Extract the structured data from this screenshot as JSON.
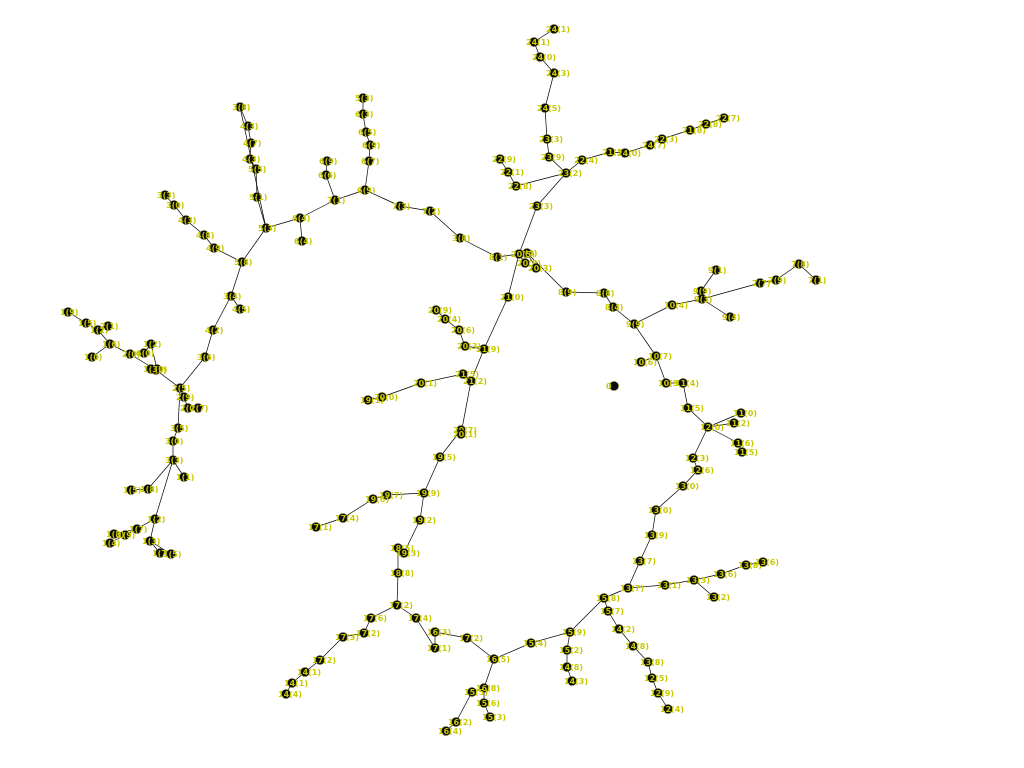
{
  "diagram": {
    "node_color": "#0b0b0b",
    "edge_color": "#000000",
    "label_color": "#c9c900",
    "nodes": [
      {
        "id": "n1",
        "label": "24(1)"
      },
      {
        "id": "n2",
        "label": "24(1)"
      },
      {
        "id": "n3",
        "label": "24(0)"
      },
      {
        "id": "n4",
        "label": "24(3)"
      },
      {
        "id": "n5",
        "label": "24(5)"
      },
      {
        "id": "n6",
        "label": "23(3)"
      },
      {
        "id": "n7",
        "label": "23(9)"
      },
      {
        "id": "n8",
        "label": "23(2)"
      },
      {
        "id": "n9",
        "label": "23(3)"
      },
      {
        "id": "n10",
        "label": "22(9)"
      },
      {
        "id": "n11",
        "label": "22(1)"
      },
      {
        "id": "n12",
        "label": "22(8)"
      },
      {
        "id": "n13",
        "label": "22(4)"
      },
      {
        "id": "n14",
        "label": "21(3)"
      },
      {
        "id": "n15",
        "label": "24(0)"
      },
      {
        "id": "n16",
        "label": "24(7)"
      },
      {
        "id": "n17",
        "label": "22(3)"
      },
      {
        "id": "n18",
        "label": "21(8)"
      },
      {
        "id": "n19",
        "label": "22(8)"
      },
      {
        "id": "n20",
        "label": "22(7)"
      },
      {
        "id": "n21",
        "label": "5(3)"
      },
      {
        "id": "n22",
        "label": "6(3)"
      },
      {
        "id": "n23",
        "label": "6(5)"
      },
      {
        "id": "n24",
        "label": "6(9)"
      },
      {
        "id": "n25",
        "label": "6(7)"
      },
      {
        "id": "n26",
        "label": "6(9)"
      },
      {
        "id": "n27",
        "label": "6(9)"
      },
      {
        "id": "n28",
        "label": "6(6)"
      },
      {
        "id": "n29",
        "label": "7(1)"
      },
      {
        "id": "n30",
        "label": "7(3)"
      },
      {
        "id": "n31",
        "label": "7(2)"
      },
      {
        "id": "n32",
        "label": "6(4)"
      },
      {
        "id": "n33",
        "label": "6(4)"
      },
      {
        "id": "n34",
        "label": "5(3)"
      },
      {
        "id": "n35",
        "label": "3(8)"
      },
      {
        "id": "n36",
        "label": "4(3)"
      },
      {
        "id": "n37",
        "label": "4(7)"
      },
      {
        "id": "n38",
        "label": "4(3)"
      },
      {
        "id": "n39",
        "label": "5(5)"
      },
      {
        "id": "n40",
        "label": "5(1)"
      },
      {
        "id": "n41",
        "label": "5(8)"
      },
      {
        "id": "n42",
        "label": "3(3)"
      },
      {
        "id": "n43",
        "label": "3(0)"
      },
      {
        "id": "n44",
        "label": "4(3)"
      },
      {
        "id": "n45",
        "label": "4(8)"
      },
      {
        "id": "n46",
        "label": "4(9)"
      },
      {
        "id": "n47",
        "label": "3(4)"
      },
      {
        "id": "n48",
        "label": "4(5)"
      },
      {
        "id": "n49",
        "label": "4(2)"
      },
      {
        "id": "n50",
        "label": "3(6)"
      },
      {
        "id": "n51",
        "label": "3(8)"
      },
      {
        "id": "n52",
        "label": "8(1)"
      },
      {
        "id": "n53",
        "label": "8(4)"
      },
      {
        "id": "n54",
        "label": "8(9)"
      },
      {
        "id": "n55",
        "label": "8(8)"
      },
      {
        "id": "n56",
        "label": "8(4)"
      },
      {
        "id": "n57",
        "label": "9(9)"
      },
      {
        "id": "n58",
        "label": "10(7)"
      },
      {
        "id": "n59",
        "label": "10(6)"
      },
      {
        "id": "n60",
        "label": "10(9)"
      },
      {
        "id": "n61",
        "label": "11(4)"
      },
      {
        "id": "n62",
        "label": "11(5)"
      },
      {
        "id": "n63",
        "label": "9(1)"
      },
      {
        "id": "n64",
        "label": "9(9)"
      },
      {
        "id": "n65",
        "label": "10(4)"
      },
      {
        "id": "n66",
        "label": "9(3)"
      },
      {
        "id": "n67",
        "label": "9(4)"
      },
      {
        "id": "n68",
        "label": "7(7)"
      },
      {
        "id": "n69",
        "label": "7(9)"
      },
      {
        "id": "n70",
        "label": "7(8)"
      },
      {
        "id": "n71",
        "label": "7(1)"
      },
      {
        "id": "n72",
        "label": "11(0)"
      },
      {
        "id": "n73",
        "label": "11(2)"
      },
      {
        "id": "n74",
        "label": "11(6)"
      },
      {
        "id": "n75",
        "label": "11(5)"
      },
      {
        "id": "n76",
        "label": "12(0)"
      },
      {
        "id": "n77",
        "label": "12(3)"
      },
      {
        "id": "n78",
        "label": "12(6)"
      },
      {
        "id": "n79",
        "label": "13(0)"
      },
      {
        "id": "n80",
        "label": "13(0)"
      },
      {
        "id": "n81",
        "label": "13(9)"
      },
      {
        "id": "n82",
        "label": "13(7)"
      },
      {
        "id": "n83",
        "label": "13(7)"
      },
      {
        "id": "n84",
        "label": "13(1)"
      },
      {
        "id": "n85",
        "label": "13(3)"
      },
      {
        "id": "n86",
        "label": "13(6)"
      },
      {
        "id": "n87",
        "label": "13(8)"
      },
      {
        "id": "n88",
        "label": "13(6)"
      },
      {
        "id": "n89",
        "label": "13(2)"
      },
      {
        "id": "n90",
        "label": "15(8)"
      },
      {
        "id": "n91",
        "label": "15(7)"
      },
      {
        "id": "n92",
        "label": "14(2)"
      },
      {
        "id": "n93",
        "label": "14(8)"
      },
      {
        "id": "n94",
        "label": "13(8)"
      },
      {
        "id": "n95",
        "label": "12(5)"
      },
      {
        "id": "n96",
        "label": "12(9)"
      },
      {
        "id": "n97",
        "label": "12(4)"
      },
      {
        "id": "n98",
        "label": "15(9)"
      },
      {
        "id": "n99",
        "label": "15(2)"
      },
      {
        "id": "n100",
        "label": "14(8)"
      },
      {
        "id": "n101",
        "label": "14(3)"
      },
      {
        "id": "n102",
        "label": "15(4)"
      },
      {
        "id": "n103",
        "label": "16(5)"
      },
      {
        "id": "n104",
        "label": "16(8)"
      },
      {
        "id": "n105",
        "label": "15(5)"
      },
      {
        "id": "n106",
        "label": "15(6)"
      },
      {
        "id": "n107",
        "label": "15(3)"
      },
      {
        "id": "n108",
        "label": "16(2)"
      },
      {
        "id": "n109",
        "label": "16(4)"
      },
      {
        "id": "n110",
        "label": "16(3)"
      },
      {
        "id": "n111",
        "label": "17(2)"
      },
      {
        "id": "n112",
        "label": "17(1)"
      },
      {
        "id": "n113",
        "label": "17(4)"
      },
      {
        "id": "n114",
        "label": "17(2)"
      },
      {
        "id": "n115",
        "label": "17(6)"
      },
      {
        "id": "n116",
        "label": "17(2)"
      },
      {
        "id": "n117",
        "label": "17(3)"
      },
      {
        "id": "n118",
        "label": "17(2)"
      },
      {
        "id": "n119",
        "label": "14(1)"
      },
      {
        "id": "n120",
        "label": "14(1)"
      },
      {
        "id": "n121",
        "label": "14(4)"
      },
      {
        "id": "n122",
        "label": "18(8)"
      },
      {
        "id": "n123",
        "label": "18(5)"
      },
      {
        "id": "n124",
        "label": "19(3)"
      },
      {
        "id": "n125",
        "label": "19(2)"
      },
      {
        "id": "n126",
        "label": "19(9)"
      },
      {
        "id": "n127",
        "label": "19(7)"
      },
      {
        "id": "n128",
        "label": "19(6)"
      },
      {
        "id": "n129",
        "label": "17(4)"
      },
      {
        "id": "n130",
        "label": "17(1)"
      },
      {
        "id": "n131",
        "label": "19(5)"
      },
      {
        "id": "n132",
        "label": "20(7)"
      },
      {
        "id": "n133",
        "label": "20(1)"
      },
      {
        "id": "n134",
        "label": "21(2)"
      },
      {
        "id": "n135",
        "label": "21(5)"
      },
      {
        "id": "n136",
        "label": "20(1)"
      },
      {
        "id": "n137",
        "label": "20(0)"
      },
      {
        "id": "n138",
        "label": "19(1)"
      },
      {
        "id": "n139",
        "label": "20(9)"
      },
      {
        "id": "n140",
        "label": "20(4)"
      },
      {
        "id": "n141",
        "label": "20(6)"
      },
      {
        "id": "n142",
        "label": "20(3)"
      },
      {
        "id": "n143",
        "label": "21(9)"
      },
      {
        "id": "n144",
        "label": "21(0)"
      },
      {
        "id": "n145",
        "label": "20(5)"
      },
      {
        "id": "n146",
        "label": "20(8)"
      },
      {
        "id": "n147",
        "label": "20(3)"
      },
      {
        "id": "n148",
        "label": "2(5)"
      },
      {
        "id": "n149",
        "label": "2(9)"
      },
      {
        "id": "n150",
        "label": "2(0)"
      },
      {
        "id": "n151",
        "label": "2(7)"
      },
      {
        "id": "n152",
        "label": "2(4)"
      },
      {
        "id": "n153",
        "label": "3(5)"
      },
      {
        "id": "n154",
        "label": "3(0)"
      },
      {
        "id": "n155",
        "label": "3(3)"
      },
      {
        "id": "n156",
        "label": "1(1)"
      },
      {
        "id": "n157",
        "label": "1(8)"
      },
      {
        "id": "n158",
        "label": "1(5)"
      },
      {
        "id": "n159",
        "label": "1(2)"
      },
      {
        "id": "n160",
        "label": "1(3)"
      },
      {
        "id": "n161",
        "label": "1(7)"
      },
      {
        "id": "n162",
        "label": "1(9)"
      },
      {
        "id": "n163",
        "label": "1(4)"
      },
      {
        "id": "n164",
        "label": "1(0)"
      },
      {
        "id": "n165",
        "label": "1(2)"
      },
      {
        "id": "n166",
        "label": "6(0)"
      },
      {
        "id": "n167",
        "label": "1(6)"
      },
      {
        "id": "n168",
        "label": "1(2)"
      },
      {
        "id": "n169",
        "label": "1(5)"
      },
      {
        "id": "n170",
        "label": "1(9)"
      },
      {
        "id": "n171",
        "label": "1(0)"
      },
      {
        "id": "n172",
        "label": "2(1)"
      },
      {
        "id": "n173",
        "label": "2(0)"
      },
      {
        "id": "n174",
        "label": "1(5)"
      },
      {
        "id": "n175",
        "label": "1(7)"
      },
      {
        "id": "n176",
        "label": "1(8)"
      },
      {
        "id": "n177",
        "label": "1(3)"
      },
      {
        "id": "n178",
        "label": "0"
      }
    ]
  }
}
